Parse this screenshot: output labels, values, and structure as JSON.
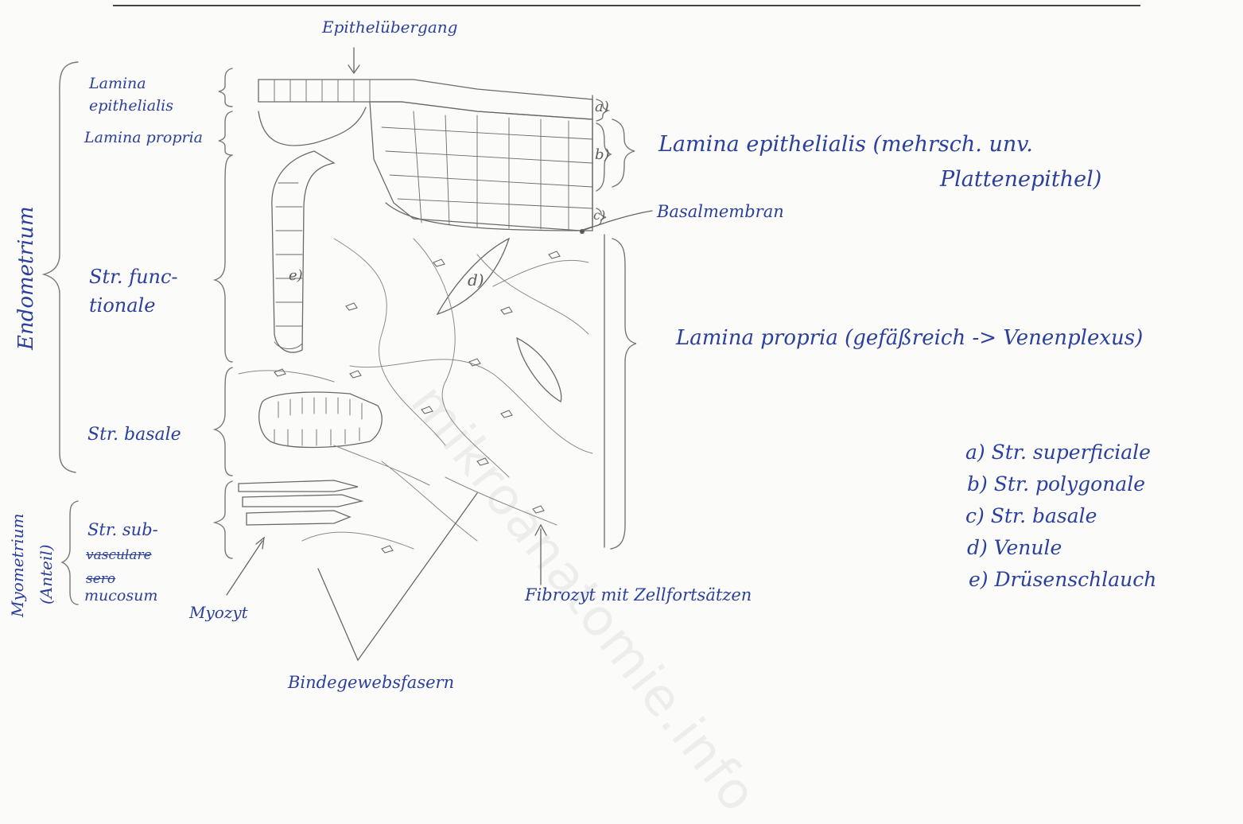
{
  "watermark": "mikroanatomie.info",
  "labels": {
    "epithel_uebergang": "Epithelübergang",
    "endometrium": "Endometrium",
    "myometrium": "Myometrium",
    "myometrium_anteil": "(Anteil)",
    "lamina_epithelialis_left_1": "Lamina",
    "lamina_epithelialis_left_2": "epithelialis",
    "lamina_propria_left": "Lamina propria",
    "str_functionale_1": "Str. func-",
    "str_functionale_2": "tionale",
    "str_basale_left": "Str. basale",
    "str_sub_1": "Str. sub-",
    "str_sub_struck_1": "vasculare",
    "str_sub_struck_2": "sero",
    "str_sub_3": "mucosum",
    "myozyt": "Myozyt",
    "bindegewebsfasern": "Bindegewebsfasern",
    "fibrozyt": "Fibrozyt mit Zellfortsätzen",
    "basalmembran": "Basalmembran",
    "lamina_epithelialis_right_1": "Lamina epithelialis (mehrsch. unv.",
    "lamina_epithelialis_right_2": "Plattenepithel)",
    "lamina_propria_right": "Lamina propria (gefäßreich -> Venenplexus)",
    "marker_a": "a)",
    "marker_b": "b)",
    "marker_c": "c)",
    "marker_d": "d)",
    "marker_e": "e)"
  },
  "legend": [
    "a) Str. superficiale",
    "b) Str. polygonale",
    "c) Str. basale",
    "d) Venule",
    "e) Drüsenschlauch"
  ],
  "colors": {
    "ink_blue": "#2b3f9c",
    "pencil": "#5c5c5c",
    "paper": "#fbfbfa"
  }
}
